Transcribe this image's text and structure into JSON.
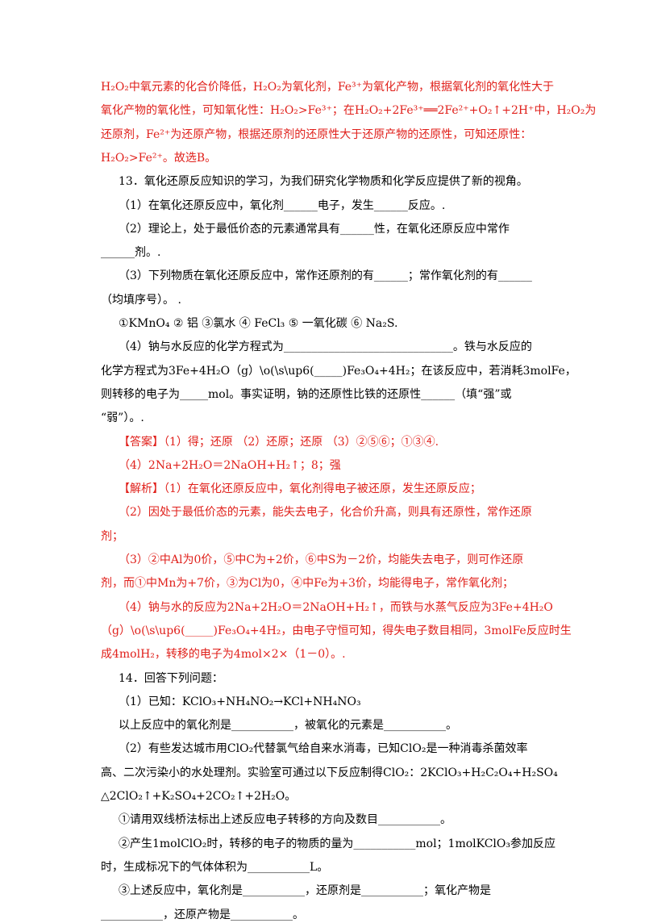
{
  "lines": [
    {
      "t": "H₂O₂中氧元素的化合价降低，H₂O₂为氧化剂，Fe³⁺为氧化产物，根据氧化剂的氧化性大于",
      "c": "red"
    },
    {
      "t": "氧化产物的氧化性，可知氧化性：H₂O₂>Fe³⁺；在H₂O₂+2Fe³⁺══2Fe²⁺+O₂↑+2H⁺中，H₂O₂为",
      "c": "red"
    },
    {
      "t": "还原剂，Fe²⁺为还原产物，根据还原剂的还原性大于还原产物的还原性，可知还原性：",
      "c": "red"
    },
    {
      "t": "H₂O₂>Fe²⁺。故选B。",
      "c": "red"
    },
    {
      "t": "13．氧化还原反应知识的学习，为我们研究化学物质和化学反应提供了新的视角。",
      "c": "blk"
    },
    {
      "t": "（1）在氧化还原反应中，氧化剂______电子，发生______反应。.",
      "c": "blk"
    },
    {
      "t": "（2）理论上，处于最低价态的元素通常具有______性，在氧化还原反应中常作",
      "c": "blk"
    },
    {
      "t": "______剂。.",
      "c": "blk"
    },
    {
      "t": "（3）下列物质在氧化还原反应中，常作还原剂的有______；常作氧化剂的有______",
      "c": "blk"
    },
    {
      "t": "（均填序号）。 .",
      "c": "blk"
    },
    {
      "t": "①KMnO₄    ② 铝    ③氯水    ④ FeCl₃    ⑤ 一氧化碳    ⑥ Na₂S.",
      "c": "blk"
    },
    {
      "t": "（4）钠与水反应的化学方程式为______________________________。铁与水反应的",
      "c": "blk"
    },
    {
      "t": "化学方程式为3Fe+4H₂O（g）\\o(\\s\\up6(_____)Fe₃O₄+4H₂；在该反应中，若消耗3molFe，",
      "c": "blk"
    },
    {
      "t": "则转移的电子为_____mol。事实证明，钠的还原性比铁的还原性______（填“强”或",
      "c": "blk"
    },
    {
      "t": "“弱”）。.",
      "c": "blk"
    },
    {
      "t": "【答案】（1）得；还原    （2）还原；还原        （3）②⑤⑥；①③④.",
      "c": "red"
    },
    {
      "t": "（4）2Na+2H₂O＝2NaOH+H₂↑；8；强",
      "c": "red"
    },
    {
      "t": "【解析】（1）在氧化还原反应中，氧化剂得电子被还原，发生还原反应；",
      "c": "red"
    },
    {
      "t": "（2）因处于最低价态的元素，能失去电子，化合价升高，则具有还原性，常作还原",
      "c": "red"
    },
    {
      "t": "剂；",
      "c": "red"
    },
    {
      "t": "（3）②中Al为0价，⑤中C为+2价，⑥中S为－2价，均能失去电子，则可作还原",
      "c": "red"
    },
    {
      "t": "剂，而①中Mn为+7价，③为Cl为0，④中Fe为+3价，均能得电子，常作氧化剂；",
      "c": "red"
    },
    {
      "t": "（4）钠与水的反应为2Na+2H₂O＝2NaOH+H₂↑，而铁与水蒸气反应为3Fe+4H₂O",
      "c": "red"
    },
    {
      "t": "（g）\\o(\\s\\up6(_____)Fe₃O₄+4H₂，由电子守恒可知，得失电子数目相同，3molFe反应时生",
      "c": "red"
    },
    {
      "t": "成4molH₂，转移的电子为4mol×2×（1－0）。.",
      "c": "red"
    },
    {
      "t": "14．回答下列问题：",
      "c": "blk"
    },
    {
      "t": "（1）已知：KClO₃+NH₄NO₂→KCl+NH₄NO₃",
      "c": "blk"
    },
    {
      "t": "以上反应中的氧化剂是___________，被氧化的元素是___________。",
      "c": "blk"
    },
    {
      "t": "（2）有些发达城市用ClO₂代替氯气给自来水消毒，已知ClO₂是一种消毒杀菌效率",
      "c": "blk"
    },
    {
      "t": "高、二次污染小的水处理剂。实验室可通过以下反应制得ClO₂：2KClO₃+H₂C₂O₄+H₂SO₄",
      "c": "blk"
    },
    {
      "t": "△2ClO₂↑+K₂SO₄+2CO₂↑+2H₂O。",
      "c": "blk"
    },
    {
      "t": "①请用双线桥法标出上述反应电子转移的方向及数目___________。",
      "c": "blk"
    },
    {
      "t": "②产生1molClO₂时，转移的电子的物质的量为___________mol；1molKClO₃参加反应",
      "c": "blk"
    },
    {
      "t": "时，生成标况下的气体体积为___________L。",
      "c": "blk"
    },
    {
      "t": "③上述反应中，氧化剂是___________，还原剂是___________；氧化产物是",
      "c": "blk"
    },
    {
      "t": "___________，还原产物是___________。",
      "c": "blk"
    }
  ]
}
